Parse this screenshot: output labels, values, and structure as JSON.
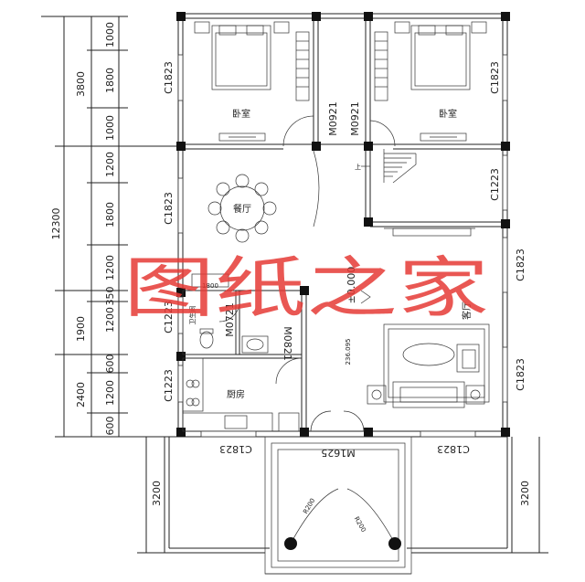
{
  "dimensions_left_outer": [
    "3800",
    "12300",
    "1900",
    "2400"
  ],
  "dimensions_left_inner": [
    "1000",
    "1800",
    "1000",
    "1200",
    "1800",
    "1200",
    "350",
    "1200",
    "600",
    "1200",
    "600"
  ],
  "dimensions_porch": [
    "3200",
    "3200"
  ],
  "windows": {
    "bed_left": "C1823",
    "bed_right": "C1823",
    "stair_right": "C1223",
    "dining_left": "C1823",
    "living_right_top": "C1823",
    "living_right_bottom": "C1823",
    "bath_left": "C1223",
    "kitchen_left": "C1223",
    "bottom_left": "C1823",
    "bottom_right": "C1823"
  },
  "doors": {
    "bed_left": "M0921",
    "bed_right": "M0921",
    "bath": "M0721",
    "kitchen": "M0821",
    "entrance": "M1625",
    "top_small": "1800"
  },
  "rooms": {
    "bed_left": "卧室",
    "bed_right": "卧室",
    "dining": "餐厅",
    "bath": "卫生间",
    "kitchen": "厨房",
    "living": "客厅"
  },
  "level_mark": "±0.000",
  "stair_label": "上",
  "living_note": "236.095",
  "column_marks": [
    "R200",
    "R200"
  ],
  "watermark": "图纸之家"
}
